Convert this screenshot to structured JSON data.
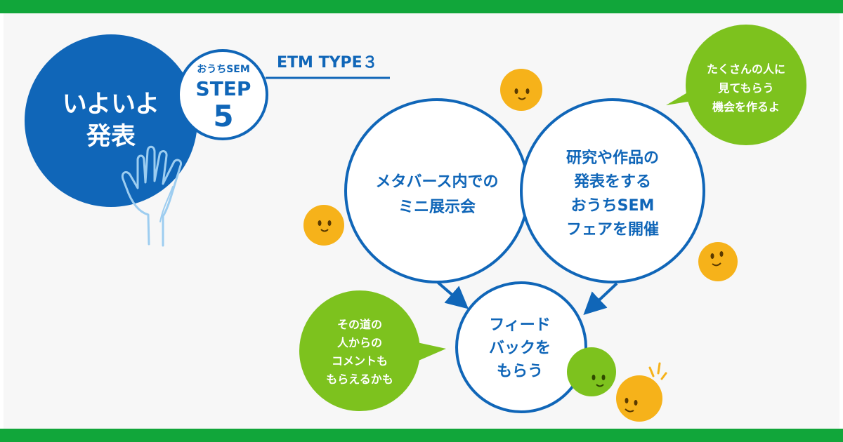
{
  "step": {
    "big_circle_lines": [
      "いよいよ",
      "発表"
    ],
    "badge_small": "おうちSEM",
    "badge_step": "STEP",
    "badge_number": "5",
    "type_label": "ETM TYPE３"
  },
  "nodes": {
    "metaverse": [
      "メタバース内での",
      "ミニ展示会"
    ],
    "fair": [
      "研究や作品の",
      "発表をする",
      "おうちSEM",
      "フェアを開催"
    ],
    "feedback": [
      "フィード",
      "バックを",
      "もらう"
    ]
  },
  "bubbles": {
    "top_right": [
      "たくさんの人に",
      "見てもらう",
      "機会を作るよ"
    ],
    "bottom_left": [
      "その道の",
      "人からの",
      "コメントも",
      "もらえるかも"
    ]
  },
  "colors": {
    "brand_green": "#11a63a",
    "blue": "#1066b8",
    "lime": "#7dc21e",
    "orange": "#f6b21a",
    "hand": "#9dcdf0",
    "panel": "#f7f7f7"
  },
  "icons": [
    "hand-icon",
    "smiley-icon"
  ]
}
